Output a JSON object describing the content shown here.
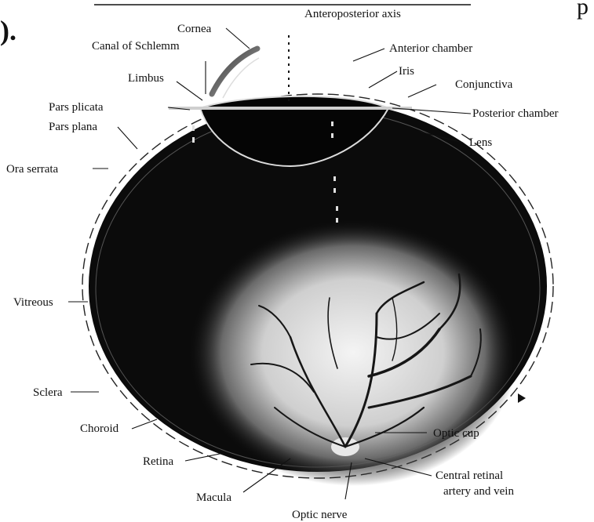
{
  "figure": {
    "fragment_left": ").",
    "fragment_right": "p"
  },
  "labels": {
    "anteroposterior_axis": "Anteroposterior axis",
    "cornea": "Cornea",
    "canal_of_schlemm": "Canal of Schlemm",
    "anterior_chamber": "Anterior chamber",
    "iris": "Iris",
    "limbus": "Limbus",
    "conjunctiva": "Conjunctiva",
    "pars_plicata": "Pars plicata",
    "posterior_chamber": "Posterior chamber",
    "pars_plana": "Pars plana",
    "lens": "Lens",
    "ora_serrata": "Ora serrata",
    "vitreous": "Vitreous",
    "sclera": "Sclera",
    "choroid": "Choroid",
    "optic_cup": "Optic cup",
    "retina": "Retina",
    "central_retinal_line1": "Central retinal",
    "central_retinal_line2": "artery and vein",
    "macula": "Macula",
    "optic_nerve": "Optic nerve"
  },
  "colors": {
    "globe_fill": "#0b0b0b",
    "fundus_light": "#e6e6e6",
    "vessels": "#161616",
    "text": "#111111"
  }
}
